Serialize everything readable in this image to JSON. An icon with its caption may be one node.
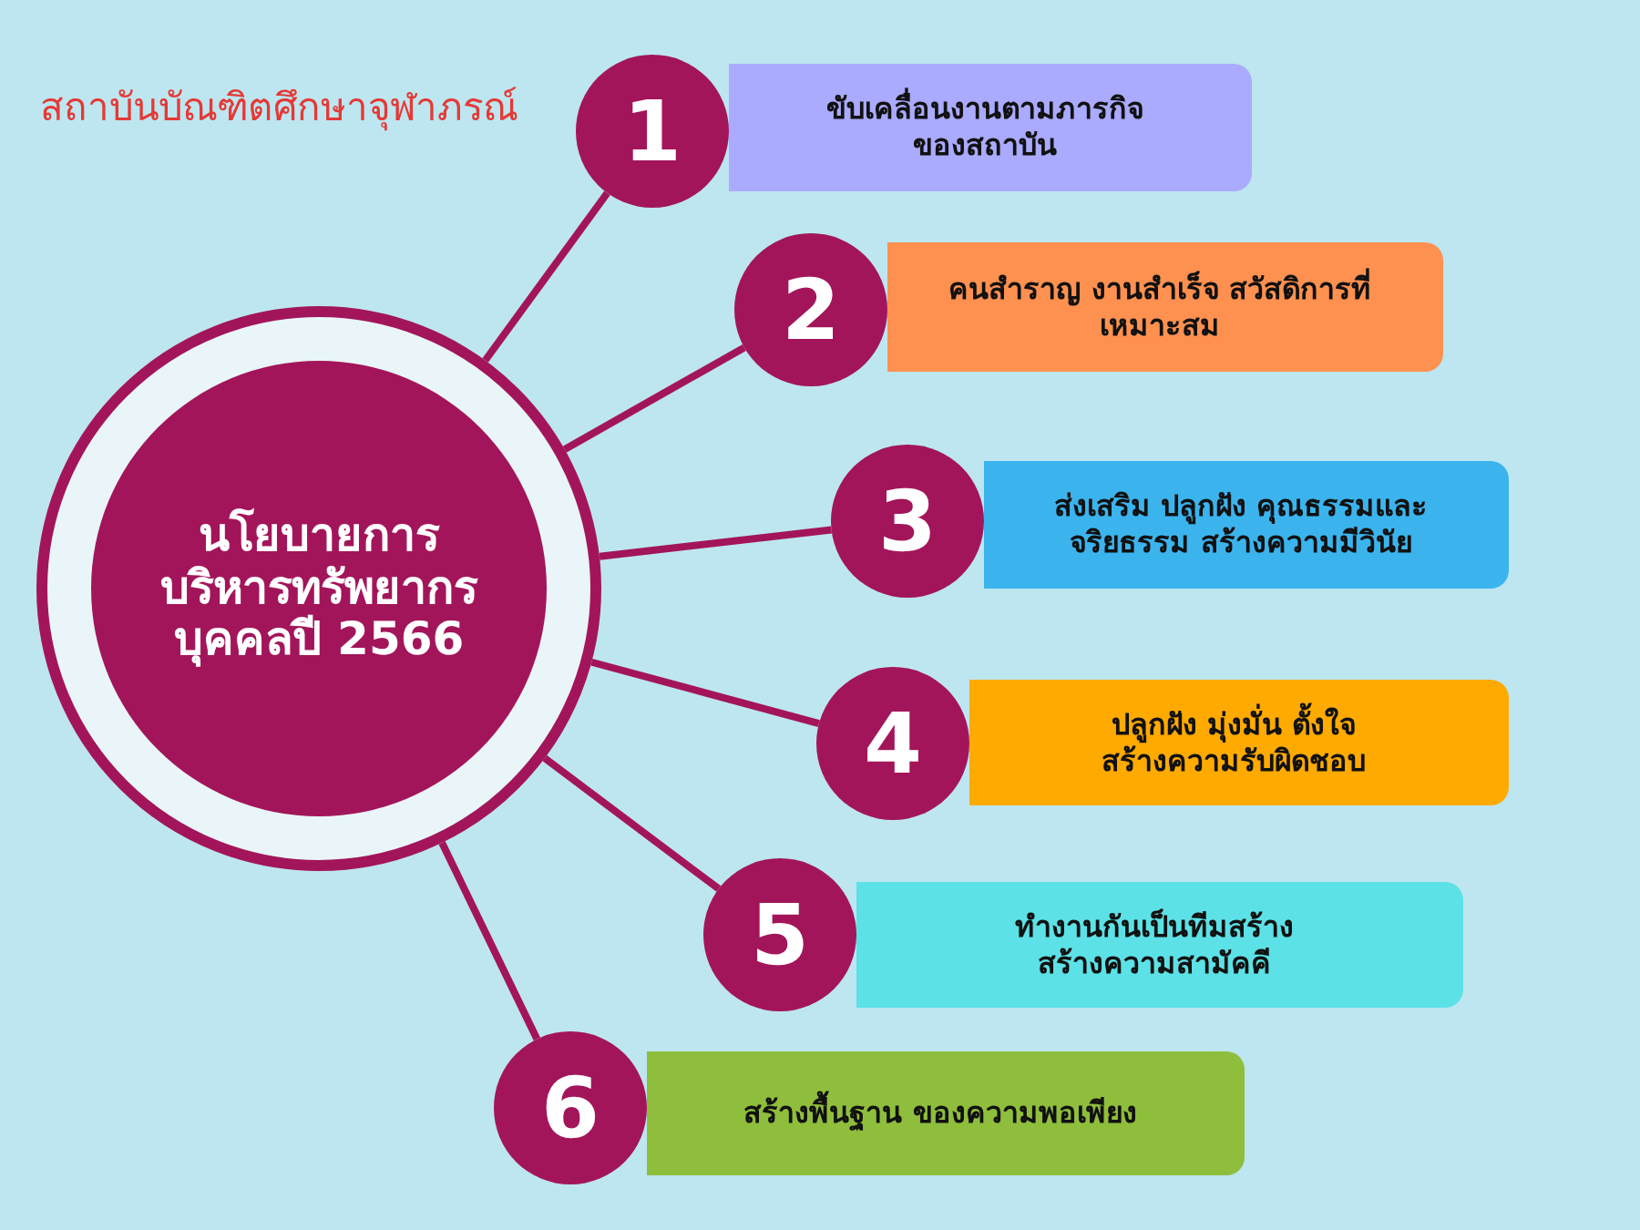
{
  "diagram": {
    "title": "สถาบันบัณฑิตศึกษาจุฬาภรณ์",
    "nodes": [
      {
        "text": [
          "นโยบายการบริหารทรัพยากรบุคคลปี 2566"
        ]
      },
      {
        "text": [
          "1"
        ]
      },
      {
        "text": [
          "ขับเคลื่อนงานตามภารกิจของสถาบัน"
        ]
      },
      {
        "text": [
          "2"
        ]
      },
      {
        "text": [
          "คนสำราญ งานสำเร็จ สวัสดิการที่เหมาะสม"
        ]
      },
      {
        "text": [
          "3"
        ]
      },
      {
        "text": [
          "ส่งเสริม ปลูกฝัง คุณธรรมและจริยธรรม สร้างความมีวินัย"
        ]
      },
      {
        "text": [
          "4"
        ]
      },
      {
        "text": [
          "ปลูกฝัง มุ่งมั่น ตั้งใจสร้างความรับผิดชอบ"
        ]
      },
      {
        "text": [
          "5"
        ]
      },
      {
        "text": [
          "ทำงานกันเป็นทีมสร้างสร้างความสามัคคี"
        ]
      },
      {
        "text": [
          "6"
        ]
      },
      {
        "text": [
          "สร้างพื้นฐาน ของความพอเพียง"
        ]
      }
    ],
    "edges": [
      {
        "from": 0,
        "to": 1,
        "arrow": "none"
      },
      {
        "from": 0,
        "to": 3,
        "arrow": "none"
      },
      {
        "from": 0,
        "to": 5,
        "arrow": "none"
      },
      {
        "from": 0,
        "to": 7,
        "arrow": "none"
      },
      {
        "from": 0,
        "to": 9,
        "arrow": "none"
      },
      {
        "from": 0,
        "to": 11,
        "arrow": "none"
      }
    ]
  }
}
